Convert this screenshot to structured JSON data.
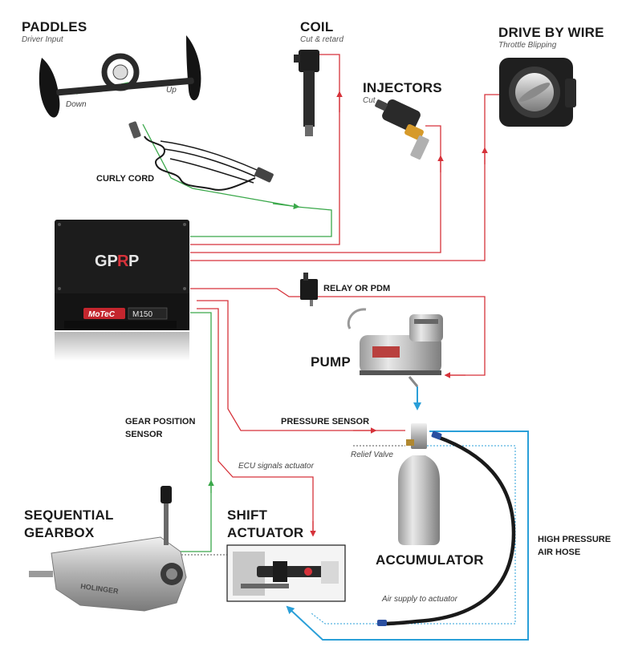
{
  "components": {
    "paddles": {
      "title": "PADDLES",
      "subtitle": "Driver Input",
      "down": "Down",
      "up": "Up"
    },
    "coil": {
      "title": "COIL",
      "subtitle": "Cut & retard"
    },
    "injectors": {
      "title": "INJECTORS",
      "subtitle": "Cut"
    },
    "drive_by_wire": {
      "title": "DRIVE BY WIRE",
      "subtitle": "Throttle Blipping"
    },
    "curly_cord": {
      "title": "CURLY CORD"
    },
    "ecu": {
      "logo_gp": "GP",
      "logo_r": "R",
      "logo_p": "P",
      "brand": "MoTeC",
      "model": "M150"
    },
    "relay": {
      "title": "RELAY OR PDM"
    },
    "pump": {
      "title": "PUMP"
    },
    "gear_position_sensor": {
      "line1": "GEAR POSITION",
      "line2": "SENSOR"
    },
    "pressure_sensor": {
      "title": "PRESSURE SENSOR"
    },
    "relief_valve": {
      "title": "Relief Valve"
    },
    "ecu_signal": {
      "title": "ECU signals actuator"
    },
    "gearbox": {
      "line1": "SEQUENTIAL",
      "line2": "GEARBOX",
      "brand": "HOLINGER"
    },
    "shift_actuator": {
      "line1": "SHIFT",
      "line2": "ACTUATOR"
    },
    "accumulator": {
      "title": "ACCUMULATOR"
    },
    "air_hose": {
      "line1": "HIGH PRESSURE",
      "line2": "AIR HOSE"
    },
    "air_supply": {
      "title": "Air supply to actuator"
    }
  },
  "colors": {
    "signal_red": "#d6323a",
    "sensor_green": "#3aa84a",
    "air_blue": "#2a9fd8",
    "ecu_body": "#1c1c1c",
    "logo_red": "#d6323a"
  }
}
